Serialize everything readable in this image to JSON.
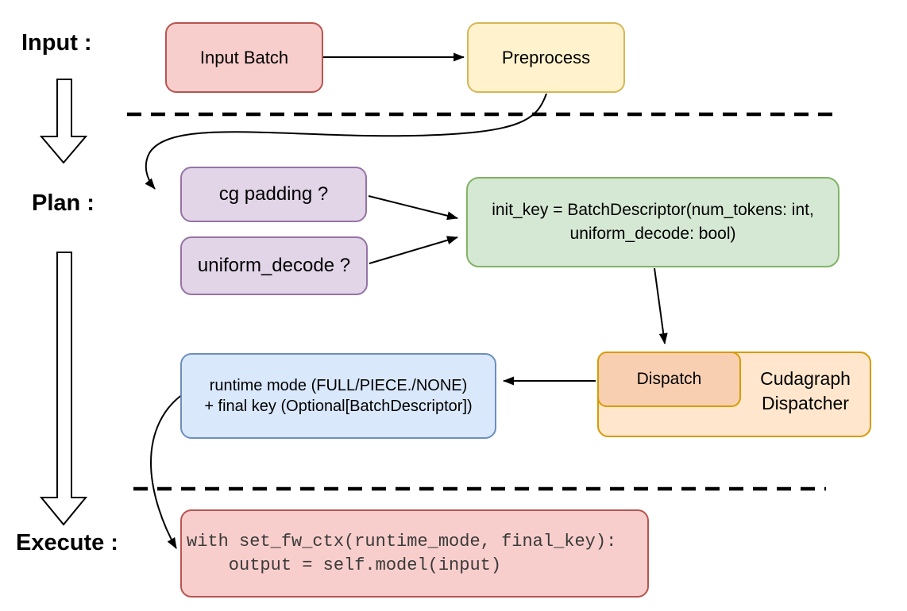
{
  "stages": {
    "input": "Input :",
    "plan": "Plan :",
    "execute": "Execute :"
  },
  "nodes": {
    "input_batch": {
      "label": "Input Batch"
    },
    "preprocess": {
      "label": "Preprocess"
    },
    "cg_padding": {
      "label": "cg padding ?"
    },
    "uniform_decode": {
      "label": "uniform_decode ?"
    },
    "init_key": {
      "line1": "init_key = BatchDescriptor(num_tokens: int,",
      "line2": "uniform_decode: bool)"
    },
    "dispatch": {
      "label": "Dispatch"
    },
    "cudagraph_dispatcher": {
      "line1": "Cudagraph",
      "line2": "Dispatcher"
    },
    "runtime_mode": {
      "line1": "runtime mode (FULL/PIECE./NONE)",
      "line2": "+ final key (Optional[BatchDescriptor])"
    },
    "execute_code": {
      "line1": "with set_fw_ctx(runtime_mode, final_key):",
      "line2": "    output = self.model(input)"
    }
  },
  "colors": {
    "red_fill": "#f8cecc",
    "red_stroke": "#b85450",
    "yellow_fill": "#fff2cc",
    "yellow_stroke": "#d6b656",
    "purple_fill": "#e1d5e7",
    "purple_stroke": "#9673a6",
    "green_fill": "#d5e8d4",
    "green_stroke": "#82b366",
    "blue_fill": "#dae8fc",
    "blue_stroke": "#6c8ebf",
    "orange_fill": "#ffe6cc",
    "orange_stroke": "#d79b00",
    "dispatch_fill": "#f9cfb2",
    "connector": "#000000",
    "code_text": "#3a3a3a"
  }
}
